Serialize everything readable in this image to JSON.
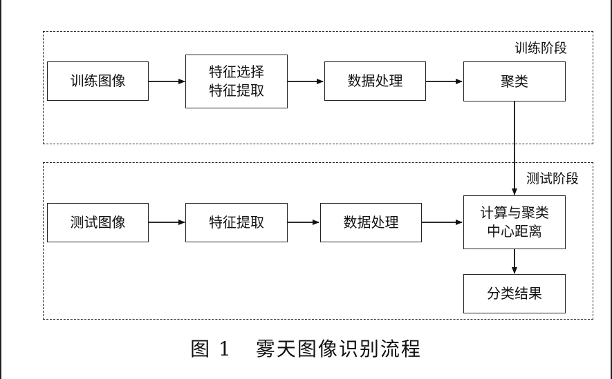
{
  "stages": {
    "training": {
      "label": "训练阶段"
    },
    "testing": {
      "label": "测试阶段"
    }
  },
  "boxes": {
    "training_image": "训练图像",
    "feature_select_extract": "特征选择\n特征提取",
    "train_data_processing": "数据处理",
    "clustering": "聚类",
    "test_image": "测试图像",
    "test_feature_extract": "特征提取",
    "test_data_processing": "数据处理",
    "compute_cluster_distance": "计算与聚类\n中心距离",
    "classification_result": "分类结果"
  },
  "caption": {
    "number": "图 1",
    "title": "雾天图像识别流程"
  }
}
